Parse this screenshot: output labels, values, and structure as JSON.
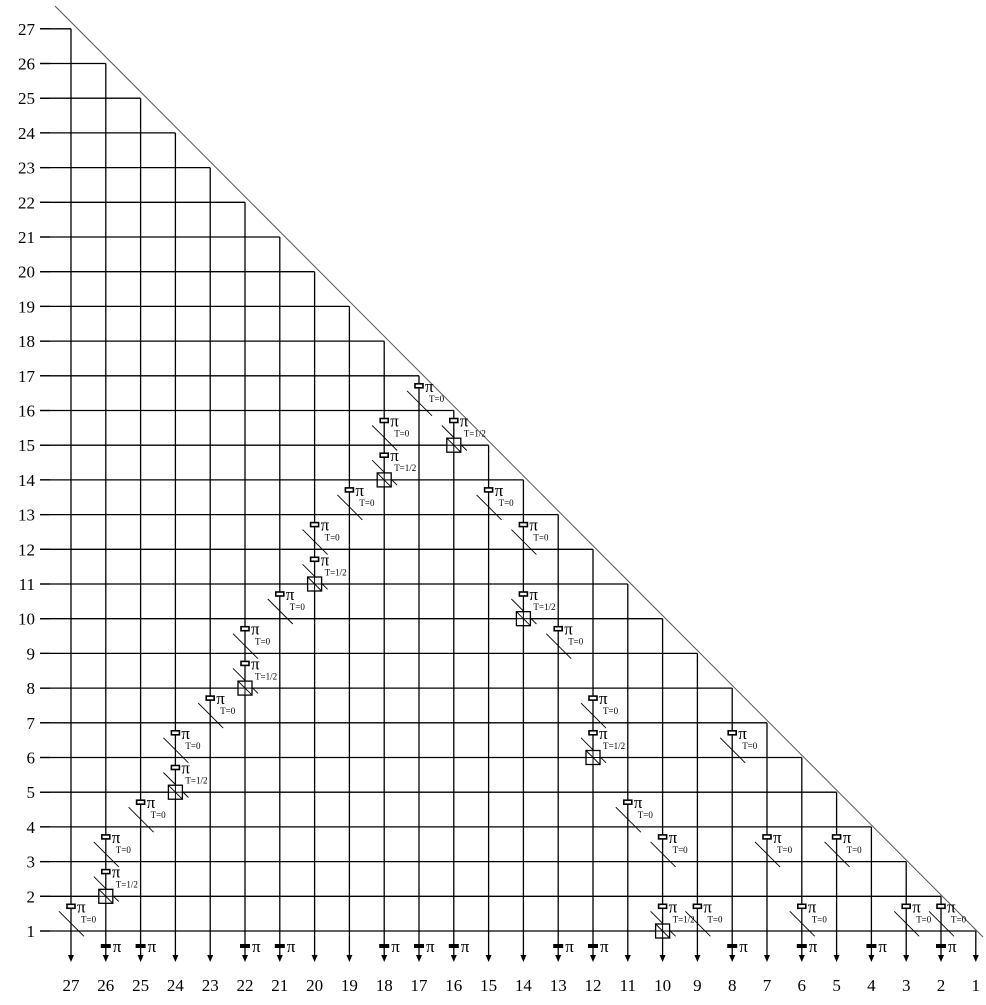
{
  "diagram": {
    "row_labels": [
      "1",
      "2",
      "3",
      "4",
      "5",
      "6",
      "7",
      "8",
      "9",
      "10",
      "11",
      "12",
      "13",
      "14",
      "15",
      "16",
      "17",
      "18",
      "19",
      "20",
      "21",
      "22",
      "23",
      "24",
      "25",
      "26",
      "27"
    ],
    "column_labels": [
      "27",
      "26",
      "25",
      "24",
      "23",
      "22",
      "21",
      "20",
      "19",
      "18",
      "17",
      "16",
      "15",
      "14",
      "13",
      "12",
      "11",
      "10",
      "9",
      "8",
      "7",
      "6",
      "5",
      "4",
      "3",
      "2",
      "1"
    ],
    "pi_symbol": "π",
    "t_zero": "T=0",
    "t_half": "T=1/2",
    "phase_shifters": [
      {
        "row": 17,
        "col": 17,
        "t": "0"
      },
      {
        "row": 16,
        "col": 18,
        "t": "0"
      },
      {
        "row": 16,
        "col": 16,
        "t": "1/2"
      },
      {
        "row": 15,
        "col": 18,
        "t": "1/2"
      },
      {
        "row": 14,
        "col": 19,
        "t": "0"
      },
      {
        "row": 14,
        "col": 15,
        "t": "0"
      },
      {
        "row": 13,
        "col": 20,
        "t": "0"
      },
      {
        "row": 13,
        "col": 14,
        "t": "0"
      },
      {
        "row": 12,
        "col": 20,
        "t": "1/2"
      },
      {
        "row": 11,
        "col": 21,
        "t": "0"
      },
      {
        "row": 11,
        "col": 14,
        "t": "1/2"
      },
      {
        "row": 10,
        "col": 22,
        "t": "0"
      },
      {
        "row": 10,
        "col": 13,
        "t": "0"
      },
      {
        "row": 9,
        "col": 22,
        "t": "1/2"
      },
      {
        "row": 8,
        "col": 23,
        "t": "0"
      },
      {
        "row": 8,
        "col": 12,
        "t": "0"
      },
      {
        "row": 7,
        "col": 24,
        "t": "0"
      },
      {
        "row": 7,
        "col": 12,
        "t": "1/2"
      },
      {
        "row": 7,
        "col": 8,
        "t": "0"
      },
      {
        "row": 6,
        "col": 24,
        "t": "1/2"
      },
      {
        "row": 5,
        "col": 25,
        "t": "0"
      },
      {
        "row": 5,
        "col": 11,
        "t": "0"
      },
      {
        "row": 4,
        "col": 26,
        "t": "0"
      },
      {
        "row": 4,
        "col": 10,
        "t": "0"
      },
      {
        "row": 4,
        "col": 7,
        "t": "0"
      },
      {
        "row": 4,
        "col": 5,
        "t": "0"
      },
      {
        "row": 3,
        "col": 26,
        "t": "1/2"
      },
      {
        "row": 2,
        "col": 27,
        "t": "0"
      },
      {
        "row": 2,
        "col": 10,
        "t": "1/2"
      },
      {
        "row": 2,
        "col": 9,
        "t": "0"
      },
      {
        "row": 2,
        "col": 6,
        "t": "0"
      },
      {
        "row": 2,
        "col": 3,
        "t": "0"
      },
      {
        "row": 2,
        "col": 2,
        "t": "0"
      }
    ],
    "switches": [
      {
        "row": 15,
        "col": 16
      },
      {
        "row": 14,
        "col": 18
      },
      {
        "row": 11,
        "col": 20
      },
      {
        "row": 10,
        "col": 14
      },
      {
        "row": 8,
        "col": 22
      },
      {
        "row": 6,
        "col": 12
      },
      {
        "row": 5,
        "col": 24
      },
      {
        "row": 2,
        "col": 26
      },
      {
        "row": 1,
        "col": 10
      }
    ],
    "output_phase_columns": [
      26,
      25,
      22,
      21,
      18,
      17,
      16,
      13,
      12,
      8,
      6,
      4,
      2
    ]
  }
}
